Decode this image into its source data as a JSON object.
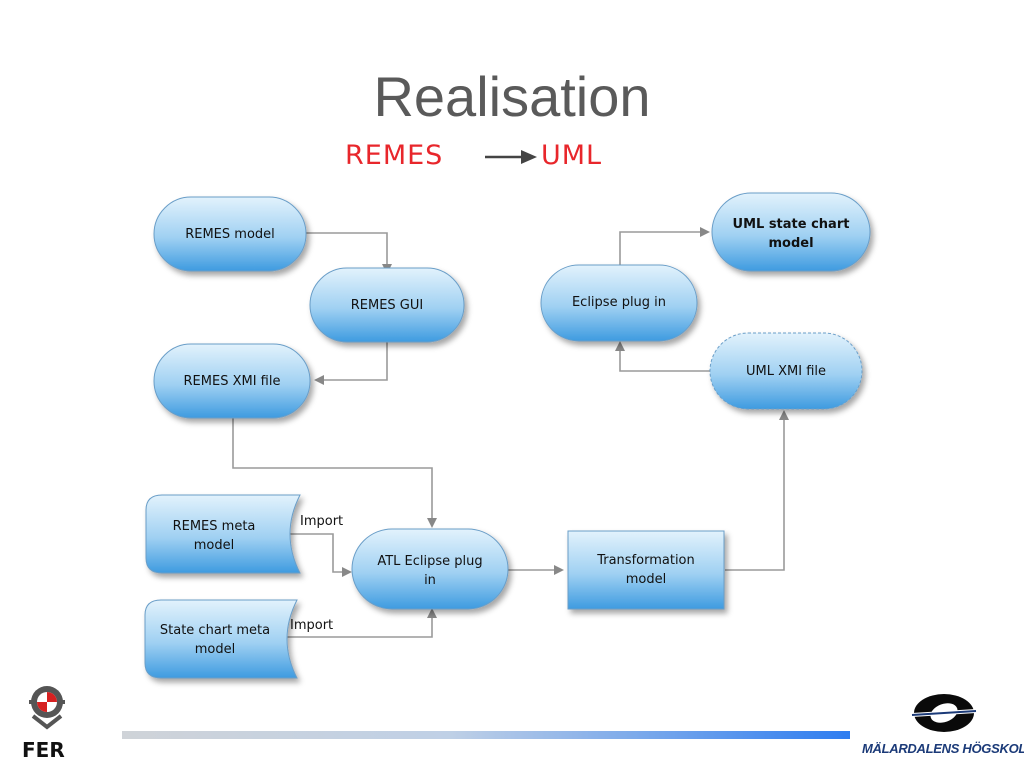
{
  "slide": {
    "title": "Realisation",
    "subtitle": {
      "from": "REMES",
      "to": "UML"
    }
  },
  "diagram": {
    "nodes": {
      "remes_model": "REMES model",
      "remes_gui": "REMES GUI",
      "remes_xmi_file": "REMES XMI file",
      "remes_meta_model": [
        "REMES meta",
        "model"
      ],
      "state_chart_meta_model": [
        "State chart meta",
        "model"
      ],
      "atl_eclipse_plugin": [
        "ATL Eclipse plug",
        "in"
      ],
      "transformation_model": [
        "Transformation",
        "model"
      ],
      "uml_xmi_file": "UML XMI file",
      "eclipse_plugin": "Eclipse plug in",
      "uml_state_chart_model": [
        "UML state chart",
        "model"
      ]
    },
    "edge_labels": {
      "import_1": "Import",
      "import_2": "Import"
    }
  },
  "footer": {
    "left_logo": "FER",
    "right_logo": "MÄLARDALENS HÖGSKOLA"
  },
  "colors": {
    "node_fill_top": "#dff0fb",
    "node_fill_bottom": "#4aa3e3",
    "arrow": "#888888",
    "subtitle": "#e8262b",
    "title": "#5a5a5a"
  }
}
